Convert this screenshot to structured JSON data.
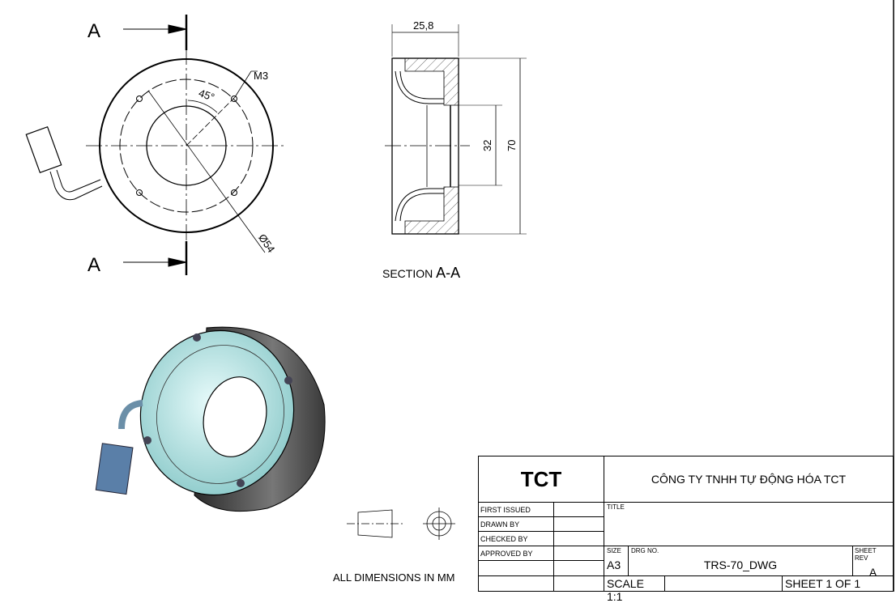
{
  "views": {
    "section_marker": "A",
    "section_caption_prefix": "SECTION",
    "section_caption_id": "A-A",
    "dimensions": {
      "width": "25,8",
      "inner_diameter": "32",
      "outer_diameter": "70",
      "bolt_circle": "Ø54",
      "angle": "45°",
      "thread": "M3"
    },
    "units_note": "ALL DIMENSIONS IN MM"
  },
  "title_block": {
    "logo": "TCT",
    "company": "CÔNG TY TNHH TỰ ĐỘNG HÓA TCT",
    "first_issued": "FIRST ISSUED",
    "drawn_by": "DRAWN BY",
    "checked_by": "CHECKED BY",
    "approved_by": "APPROVED BY",
    "title_label": "TITLE",
    "size_label": "SIZE",
    "size": "A3",
    "drg_label": "DRG NO.",
    "drg_no": "TRS-70_DWG",
    "rev_label": "SHEET REV",
    "rev": "A",
    "scale": "SCALE 1:1",
    "sheet": "SHEET 1 OF 1"
  }
}
